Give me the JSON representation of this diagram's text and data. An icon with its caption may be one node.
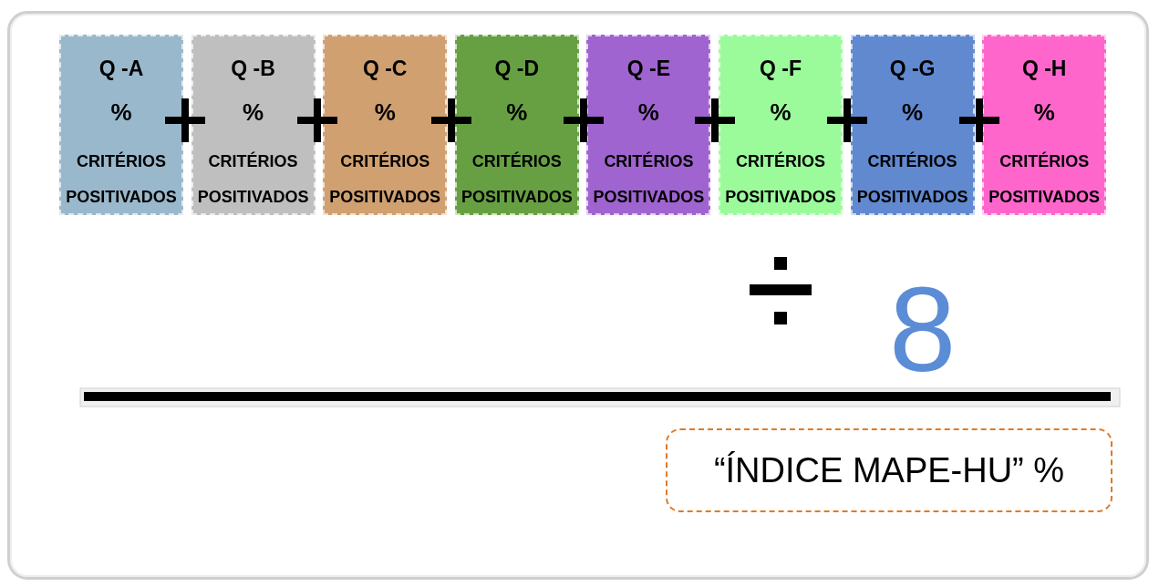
{
  "diagram": {
    "nodes": [
      {
        "text": [
          "Q -A",
          "%",
          "CRITÉRIOS POSITIVADOS"
        ]
      },
      {
        "text": [
          "Q -B",
          "%",
          "CRITÉRIOS POSITIVADOS"
        ]
      },
      {
        "text": [
          "Q -C",
          "%",
          "CRITÉRIOS POSITIVADOS"
        ]
      },
      {
        "text": [
          "Q -D",
          "%",
          "CRITÉRIOS POSITIVADOS"
        ]
      },
      {
        "text": [
          "Q -E",
          "%",
          "CRITÉRIOS POSITIVADOS"
        ]
      },
      {
        "text": [
          "Q -F",
          "%",
          "CRITÉRIOS POSITIVADOS"
        ]
      },
      {
        "text": [
          "Q -G",
          "%",
          "CRITÉRIOS POSITIVADOS"
        ]
      },
      {
        "text": [
          "Q -H",
          "%",
          "CRITÉRIOS POSITIVADOS"
        ]
      },
      {
        "text": [
          "“ÍNDICE MAPE-HU” %"
        ]
      }
    ],
    "labels": [
      "8"
    ]
  }
}
